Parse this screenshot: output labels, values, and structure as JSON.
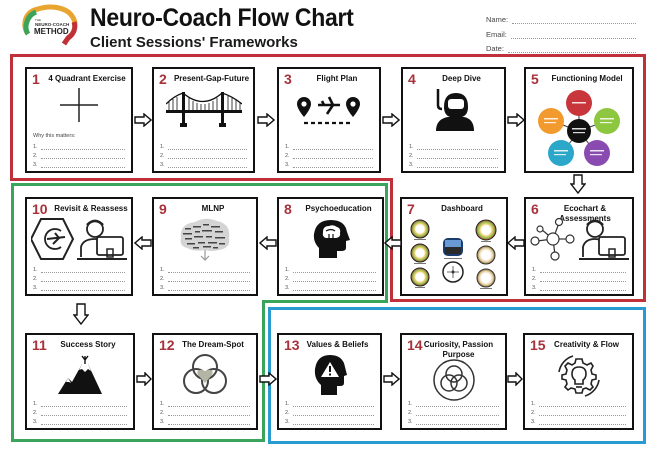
{
  "header": {
    "title": "Neuro-Coach Flow Chart",
    "subtitle": "Client Sessions' Frameworks",
    "logo": {
      "line1": "THE",
      "line2": "NEURO-COACH",
      "line3": "METHOD"
    },
    "form_fields": [
      {
        "label": "Name:"
      },
      {
        "label": "Email:"
      },
      {
        "label": "Date:"
      }
    ]
  },
  "colors": {
    "red_frame": "#c0303a",
    "green_frame": "#3aa55a",
    "blue_frame": "#2a9bd0",
    "step_number": "#a8323c"
  },
  "steps": [
    {
      "num": "1",
      "label": "4 Quadrant Exercise",
      "icon": "quadrant-cross-icon",
      "extra": "Why this matters:",
      "notes": [
        "1.",
        "2.",
        "3."
      ]
    },
    {
      "num": "2",
      "label": "Present-Gap-Future",
      "icon": "bridge-icon",
      "notes": [
        "1.",
        "2.",
        "3."
      ]
    },
    {
      "num": "3",
      "label": "Flight Plan",
      "icon": "flight-route-icon",
      "notes": [
        "1.",
        "2.",
        "3."
      ]
    },
    {
      "num": "4",
      "label": "Deep Dive",
      "icon": "snorkel-diver-icon",
      "notes": [
        "1.",
        "2.",
        "3."
      ]
    },
    {
      "num": "5",
      "label": "Functioning Model",
      "icon": "functioning-model-diagram-icon",
      "notes": []
    },
    {
      "num": "6",
      "label": "Ecochart & Assessments",
      "icon": "network-and-computer-user-icon",
      "notes": [
        "1.",
        "2.",
        "3."
      ]
    },
    {
      "num": "7",
      "label": "Dashboard",
      "icon": "dashboard-gauges-icon",
      "notes": []
    },
    {
      "num": "8",
      "label": "Psychoeducation",
      "icon": "head-brain-icon",
      "notes": [
        "1.",
        "2.",
        "3."
      ]
    },
    {
      "num": "9",
      "label": "MLNP",
      "icon": "word-cloud-brain-icon",
      "notes": [
        "1.",
        "2.",
        "3."
      ]
    },
    {
      "num": "10",
      "label": "Revisit & Reassess",
      "icon": "revisit-plane-and-computer-user-icon",
      "notes": [
        "1.",
        "2.",
        "3."
      ]
    },
    {
      "num": "11",
      "label": "Success Story",
      "icon": "mountain-flag-icon",
      "notes": [
        "1.",
        "2.",
        "3."
      ]
    },
    {
      "num": "12",
      "label": "The Dream-Spot",
      "icon": "venn-heart-icon",
      "notes": [
        "1.",
        "2.",
        "3."
      ]
    },
    {
      "num": "13",
      "label": "Values & Beliefs",
      "icon": "head-warning-icon",
      "notes": [
        "1.",
        "2.",
        "3."
      ]
    },
    {
      "num": "14",
      "label": "Curiosity, Passion Purpose",
      "icon": "venn-circle-icon",
      "notes": [
        "1.",
        "2.",
        "3."
      ]
    },
    {
      "num": "15",
      "label": "Creativity & Flow",
      "icon": "gear-lightbulb-icon",
      "notes": [
        "1.",
        "2.",
        "3."
      ]
    }
  ]
}
